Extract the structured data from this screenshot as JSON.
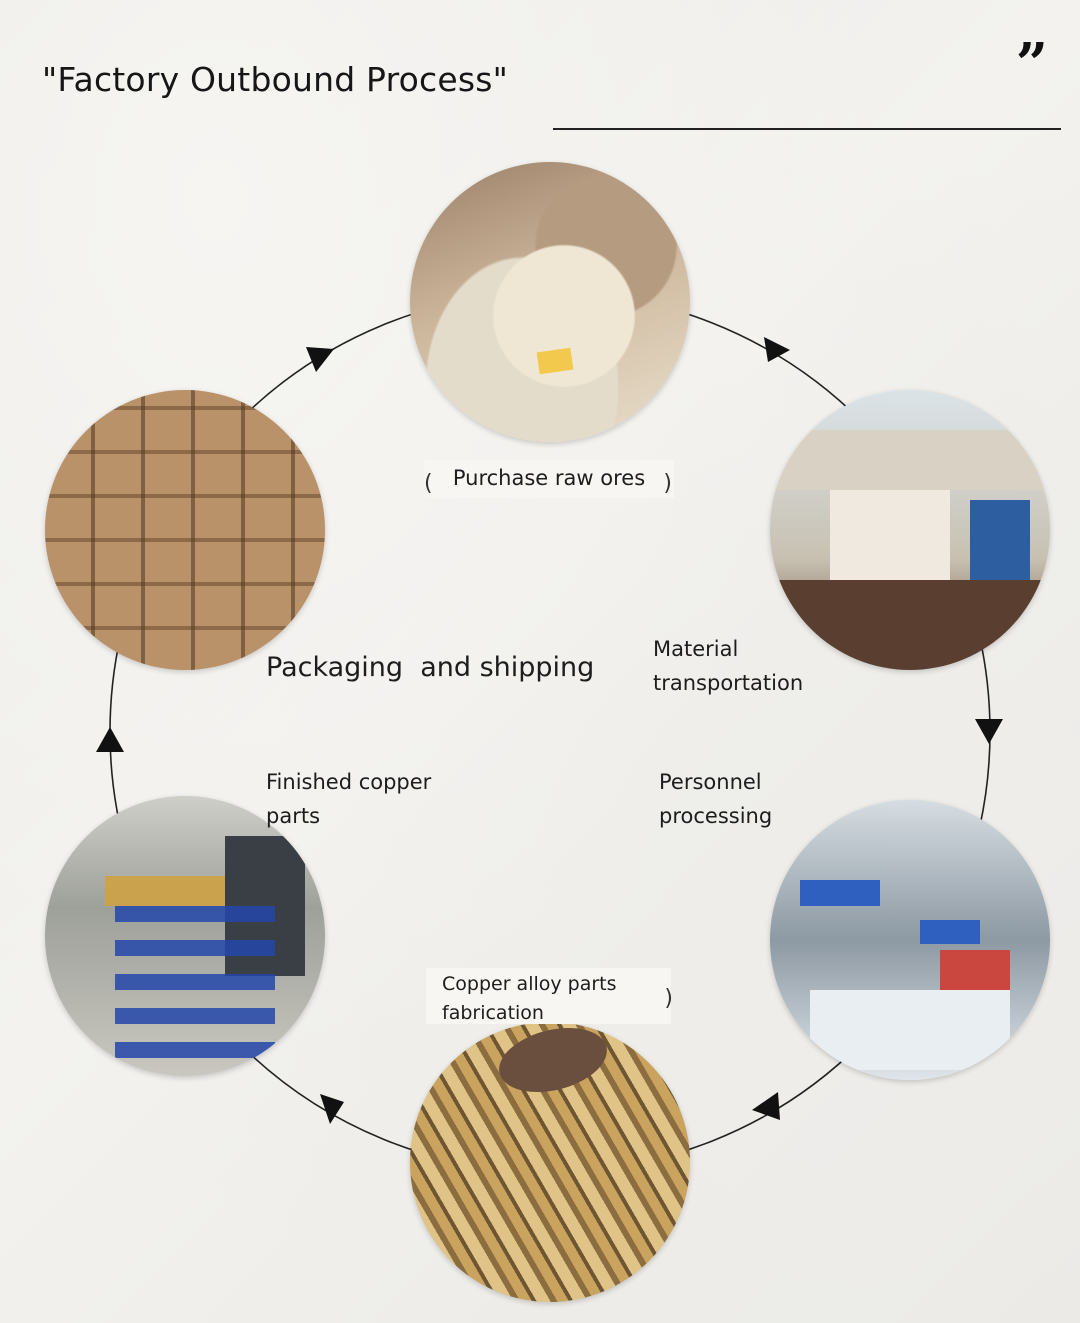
{
  "header": {
    "title": "\"Factory Outbound Process\"",
    "quote_mark": "”"
  },
  "steps": [
    {
      "id": "purchase",
      "label": "Purchase raw ores",
      "icon": "raw-ore-photo"
    },
    {
      "id": "transport",
      "label_line1": "Material",
      "label_line2": "transportation",
      "icon": "truck-photo"
    },
    {
      "id": "personnel",
      "label_line1": "Personnel",
      "label_line2": "processing",
      "icon": "workshop-photo"
    },
    {
      "id": "fabrication",
      "label_line1": "Copper alloy parts",
      "label_line2": "fabrication",
      "icon": "brass-rods-photo"
    },
    {
      "id": "finished",
      "label_line1": "Finished copper",
      "label_line2": "parts",
      "icon": "copper-parts-photo"
    },
    {
      "id": "packaging",
      "label": "Packaging  and shipping",
      "icon": "boxes-photo"
    }
  ],
  "cycle": {
    "direction": "clockwise",
    "arrow_color": "#1a1a1a",
    "line_color": "#222222"
  }
}
